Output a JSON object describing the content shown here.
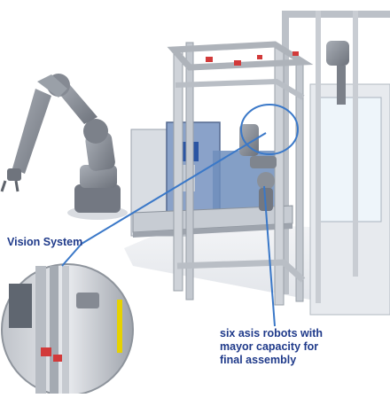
{
  "labels": {
    "vision_system": "Vision System",
    "robots_line1": "six asis robots with",
    "robots_line2": "mayor capacity for",
    "robots_line3": "final assembly"
  },
  "colors": {
    "label_text": "#1f3a8a",
    "callout_line": "#3a78c8",
    "frame_aluminium": "#c8ccd2",
    "machine_blue": "#5f7fb7",
    "robot_grey": "#8c919a",
    "safety_yellow": "#e6d200"
  }
}
